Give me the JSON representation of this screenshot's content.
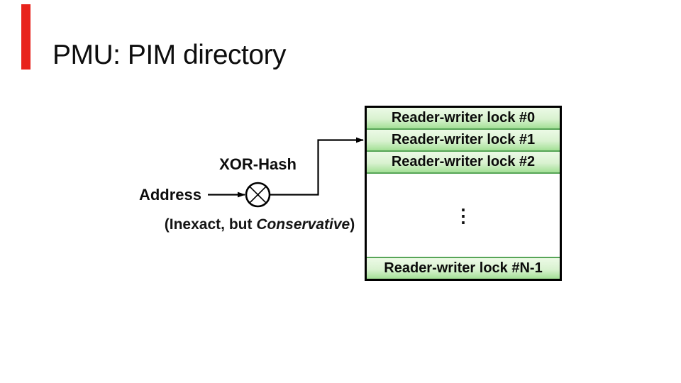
{
  "slide": {
    "title": "PMU: PIM directory"
  },
  "theme": {
    "accent_red": "#e8231c",
    "row_green_top": "#ecfae6",
    "row_green_mid": "#d9f2d0",
    "row_green_bottom": "#a3e096",
    "row_green_border": "#57a557",
    "line_color": "#000000"
  },
  "diagram": {
    "hash_label": "XOR-Hash",
    "input_label": "Address",
    "xor_icon": "circled-x-xor-symbol",
    "note": {
      "prefix": "(Inexact, but ",
      "italic": "Conservative",
      "suffix": ")"
    },
    "directory": {
      "rows": [
        "Reader-writer lock #0",
        "Reader-writer lock #1",
        "Reader-writer lock #2"
      ],
      "ellipsis": "⋮",
      "bottom_row": "Reader-writer lock #N-1"
    }
  }
}
